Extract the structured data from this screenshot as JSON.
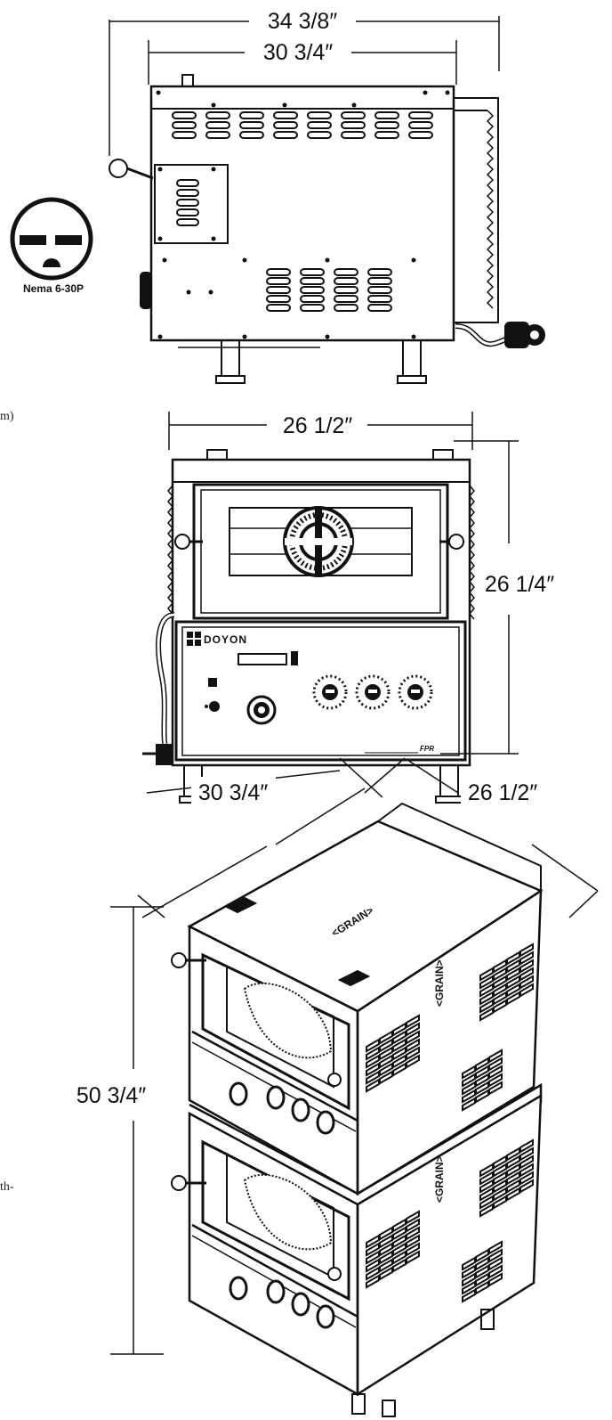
{
  "dimensions": {
    "side_overall_width": "34 3/8″",
    "side_body_width": "30 3/4″",
    "front_width": "26 1/2″",
    "front_height": "26 1/4″",
    "iso_depth": "30 3/4″",
    "iso_width": "26 1/2″",
    "stack_height": "50 3/4″"
  },
  "plug": {
    "label": "Nema 6-30P"
  },
  "brand": {
    "name": "DOYON",
    "model": "FPR"
  },
  "embossed": {
    "grain": "<GRAIN>"
  },
  "margin_fragments": {
    "left_1": "m)",
    "left_2": "th-"
  },
  "colors": {
    "line": "#111111",
    "fill": "#ffffff",
    "shade": "#2a2a2a"
  }
}
